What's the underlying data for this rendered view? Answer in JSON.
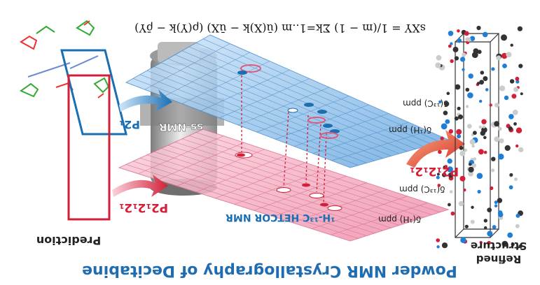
{
  "title": "Powder NMR Crystallography of Decitabine",
  "equation": "sXY = 1/(m − 1) Σk=1..m (ū(X)k − ūX) (ρ(Y)k − ρ̄Y)",
  "labels": {
    "prediction": "Prediction",
    "refined_structure_line1": "Refined",
    "refined_structure_line2": "Structure",
    "ss_nmr": "ss-NMR",
    "hetcor": "¹H-¹³C HETCOR NMR",
    "space_group_p21": "P2₁",
    "space_group_p212121_left": "P2₁2₁2₁",
    "space_group_p212121_right": "P2₁2₁2₁"
  },
  "axes": {
    "blue_c13": "δ(¹³C) ppm",
    "blue_h1": "δ(¹H) ppm",
    "red_c13": "δ(¹³C) ppm",
    "red_h1": "δ(¹H) ppm"
  },
  "colors": {
    "blue_plane": "#9cc8ee",
    "red_plane": "#f3a9c0",
    "blue_label": "#1a6fb3",
    "red_label": "#c8102e",
    "title": "#1f6db0"
  }
}
